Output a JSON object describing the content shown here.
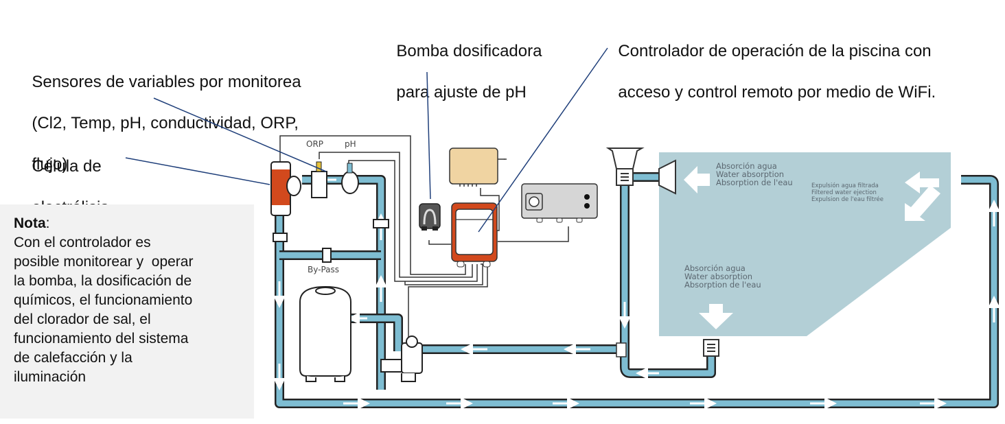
{
  "callouts": {
    "sensors": {
      "lines": [
        "Sensores de variables por monitorea",
        "(Cl2, Temp, pH, conductividad, ORP,",
        "flujo)"
      ]
    },
    "cell": {
      "lines": [
        "Célula de",
        "electrólisis"
      ]
    },
    "dosing_pump": {
      "lines": [
        "Bomba dosificadora",
        "para ajuste de pH"
      ]
    },
    "controller": {
      "lines": [
        "Controlador de operación de la piscina con",
        "acceso y control remoto por medio de WiFi."
      ]
    }
  },
  "note": {
    "title": "Nota",
    "title_suffix": ":",
    "lines": [
      "Con el controlador es",
      "posible monitorear y  operar",
      "la bomba, la dosificación de",
      "químicos, el funcionamiento",
      "del clorador de sal, el",
      "funcionamiento del sistema",
      "de calefacción y la",
      "iluminación"
    ]
  },
  "diagram": {
    "probe_labels": {
      "orp": "ORP",
      "ph": "pH"
    },
    "bypass_label": "By-Pass",
    "pool_labels": {
      "skimmer_absorption": [
        "Absorción agua",
        "Water absorption",
        "Absorption de l'eau"
      ],
      "return_ejection": [
        "Expulsión agua filtrada",
        "Filtered water ejection",
        "Expulsion de l'eau filtrée"
      ],
      "drain_absorption": [
        "Absorción agua",
        "Water absorption",
        "Absorption de l'eau"
      ]
    },
    "colors": {
      "pipe": "#7ebdd2",
      "pipe_outline": "#222222",
      "pool": "#b3cfd6",
      "cell": "#d2491d",
      "controller_frame": "#d2491d",
      "power_supply": "#f0d4a2",
      "heater_box": "#d6d6d6",
      "dosing_pump": "#555555",
      "leader_line": "#1f3f7a",
      "note_bg": "#f2f2f2"
    }
  }
}
